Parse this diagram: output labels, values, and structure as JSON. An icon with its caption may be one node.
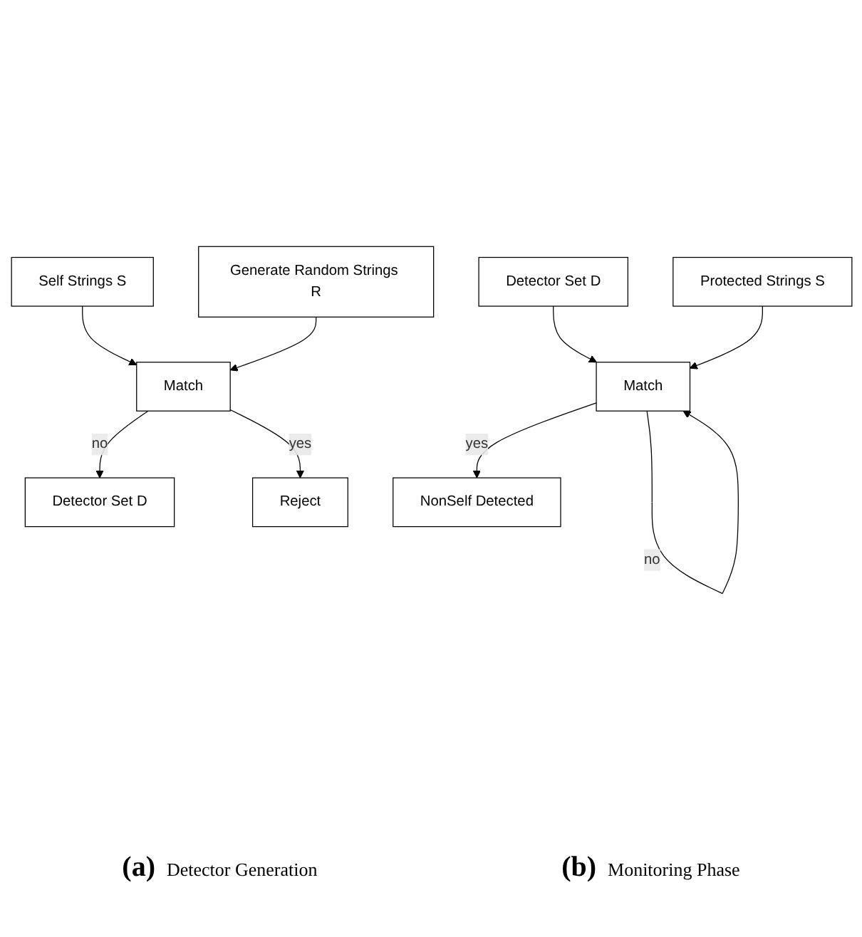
{
  "diagram": {
    "nodes": [
      {
        "text": [
          "Self Strings S"
        ]
      },
      {
        "text": [
          "Generate Random Strings R"
        ]
      },
      {
        "text": [
          "Match"
        ]
      },
      {
        "text": [
          "Detector Set D"
        ]
      },
      {
        "text": [
          "Reject"
        ]
      },
      {
        "text": [
          "Detector Set D"
        ]
      },
      {
        "text": [
          "Protected Strings S"
        ]
      },
      {
        "text": [
          "Match"
        ]
      },
      {
        "text": [
          "NonSelf Detected"
        ]
      }
    ],
    "edges": [
      {
        "from": 0,
        "to": 2,
        "arrow": "to"
      },
      {
        "from": 1,
        "to": 2,
        "arrow": "to"
      },
      {
        "from": 2,
        "to": 3,
        "label": "no",
        "arrow": "to"
      },
      {
        "from": 2,
        "to": 4,
        "label": "yes",
        "arrow": "to"
      },
      {
        "from": 5,
        "to": 7,
        "arrow": "to"
      },
      {
        "from": 6,
        "to": 7,
        "arrow": "to"
      },
      {
        "from": 7,
        "to": 7,
        "label": "no",
        "arrow": "to"
      },
      {
        "from": 7,
        "to": 8,
        "label": "yes",
        "arrow": "to"
      }
    ],
    "labels": [
      "(a)",
      "Detector Generation",
      "(b)",
      "Monitoring Phase"
    ]
  }
}
